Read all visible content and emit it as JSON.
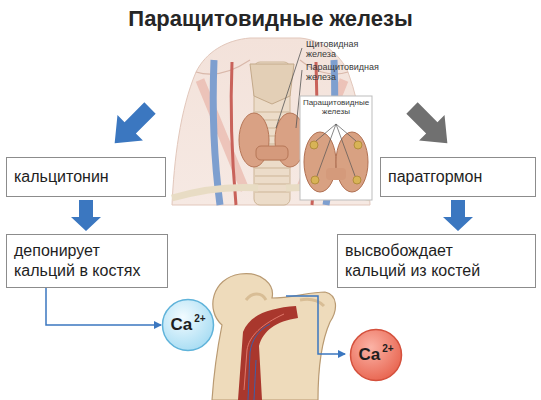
{
  "diagram": {
    "title": "Паращитовидные железы",
    "nodes": [
      {
        "text": [
          "кальцитонин"
        ]
      },
      {
        "text": [
          "паратгормон"
        ]
      },
      {
        "text": [
          "депонирует кальций в костях"
        ]
      },
      {
        "text": [
          "высвобождает кальций из костей"
        ]
      },
      {
        "text": [
          "Ca",
          "2+"
        ]
      },
      {
        "text": [
          "Ca",
          "2+"
        ]
      }
    ],
    "edges": [
      {
        "from": 0,
        "to": 2,
        "arrow": "to"
      },
      {
        "from": 1,
        "to": 3,
        "arrow": "to"
      },
      {
        "from": 2,
        "to": 4,
        "arrow": "to"
      }
    ],
    "labels": [
      "Щитовидная железа",
      "Паращитовидная железа",
      "Паращитовидные железы"
    ]
  }
}
